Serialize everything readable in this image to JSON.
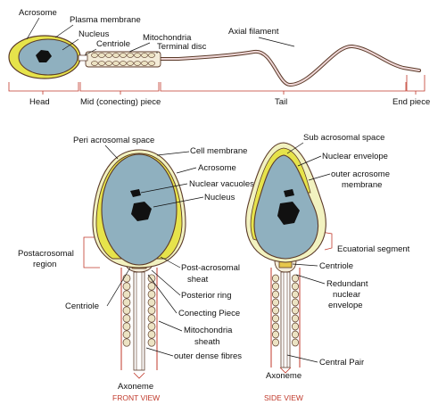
{
  "colors": {
    "nucleus": "#8fb0bf",
    "acrosome": "#e6e34b",
    "membrane_outline": "#5b3a29",
    "chromatin": "#111111",
    "brace": "#c0392b",
    "mitochondria": "#ece3c3",
    "tail_fill": "#efd7d7"
  },
  "top_diagram": {
    "labels": {
      "acrosome": "Acrosome",
      "plasma_membrane": "Plasma membrane",
      "nucleus": "Nucleus",
      "centriole": "Centriole",
      "mitochondria": "Mitochondria",
      "terminal_disc": "Terminal disc",
      "axial_filament": "Axial filament"
    },
    "segments": {
      "head": "Head",
      "mid_piece": "Mid (conecting) piece",
      "tail": "Tail",
      "end_piece": "End piece"
    }
  },
  "front_view": {
    "title": "FRONT VIEW",
    "labels": {
      "peri_acrosomal_space": "Peri acrosomal space",
      "cell_membrane": "Cell membrane",
      "acrosome": "Acrosome",
      "nuclear_vacuoles": "Nuclear vacuoles",
      "nucleus": "Nucleus",
      "postacrosomal_region_line1": "Postacrosomal",
      "postacrosomal_region_line2": "region",
      "post_acrosomal_sheat_line1": "Post-acrosomal",
      "post_acrosomal_sheat_line2": "sheat",
      "posterior_ring": "Posterior ring",
      "conecting_piece": "Conecting Piece",
      "mitochondria_sheath_line1": "Mitochondria",
      "mitochondria_sheath_line2": "sheath",
      "outer_dense_fibres": "outer dense fibres",
      "centriole": "Centriole",
      "axoneme": "Axoneme"
    }
  },
  "side_view": {
    "title": "SIDE VIEW",
    "labels": {
      "sub_acrosomal_space": "Sub acrosomal space",
      "nuclear_envelope": "Nuclear envelope",
      "outer_acrosome_membrane_line1": "outer acrosome",
      "outer_acrosome_membrane_line2": "membrane",
      "ecuatorial_segment": "Ecuatorial segment",
      "centriole": "Centriole",
      "redundant_line1": "Redundant",
      "redundant_line2": "nuclear",
      "redundant_line3": "envelope",
      "central_pair": "Central Pair",
      "axoneme": "Axoneme"
    }
  }
}
